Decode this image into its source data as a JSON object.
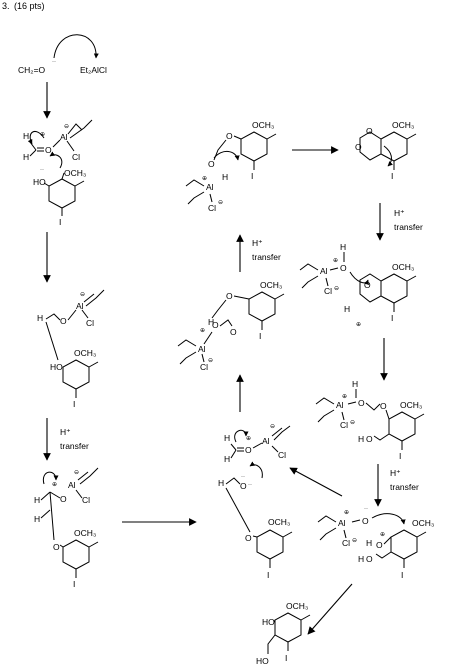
{
  "question": {
    "number": "3.",
    "points": "(16 pts)"
  },
  "reagents": {
    "formaldehyde": "CH₂=O",
    "lewis_acid": "Et₂AlCl"
  },
  "labels": {
    "h_plus": "H⁺",
    "transfer": "transfer",
    "och3": "OCH₃",
    "iodine": "I",
    "ho": "HO",
    "oh": "OH",
    "al": "Al",
    "cl": "Cl",
    "o": "O",
    "h": "H",
    "plus": "⊕",
    "minus": "⊖",
    "lone_pair": "··"
  },
  "transfer_steps": [
    {
      "id": "left-transfer",
      "h_plus": "H⁺",
      "label": "transfer"
    },
    {
      "id": "middle-transfer",
      "h_plus": "H⁺",
      "label": "transfer"
    },
    {
      "id": "right-transfer-1",
      "h_plus": "H⁺",
      "label": "transfer"
    },
    {
      "id": "right-transfer-2",
      "h_plus": "H⁺",
      "label": "transfer"
    }
  ]
}
